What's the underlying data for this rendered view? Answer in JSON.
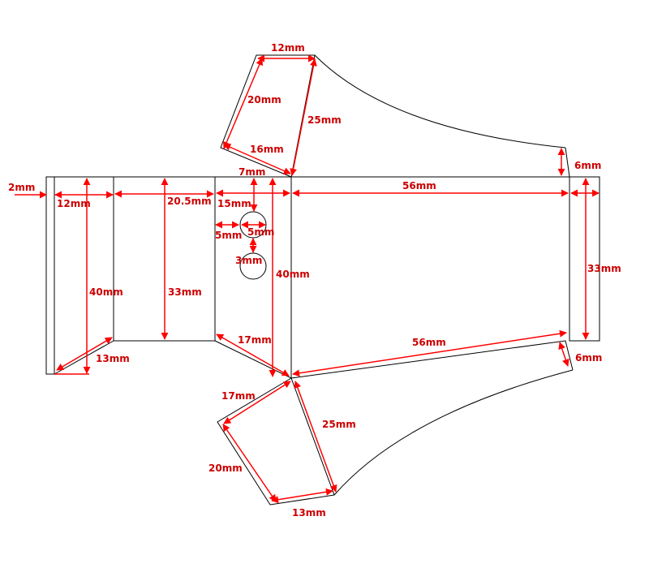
{
  "colors": {
    "outline": "#000000",
    "dimension": "#ff0000",
    "dimension_text": "#cc0000",
    "background": "#ffffff"
  },
  "dimensions": {
    "tab_2": "2mm",
    "panel_12": "12mm",
    "panel_20_5": "20.5mm",
    "panel_15": "15mm",
    "hole_offset_7": "7mm",
    "panel_56_top": "56mm",
    "tab_6_top": "6mm",
    "left_40": "40mm",
    "middle_33": "33mm",
    "hole_left_5": "5mm",
    "hole_dia_5": "5mm",
    "hole_gap_3": "3mm",
    "center_40": "40mm",
    "right_33": "33mm",
    "left_13": "13mm",
    "lower_17": "17mm",
    "bottom_56": "56mm",
    "tab_6_bottom": "6mm",
    "top_flap_12": "12mm",
    "top_flap_20": "20mm",
    "top_flap_25": "25mm",
    "top_flap_16": "16mm",
    "bottom_flap_17": "17mm",
    "bottom_flap_25": "25mm",
    "bottom_flap_20": "20mm",
    "bottom_flap_13": "13mm"
  }
}
